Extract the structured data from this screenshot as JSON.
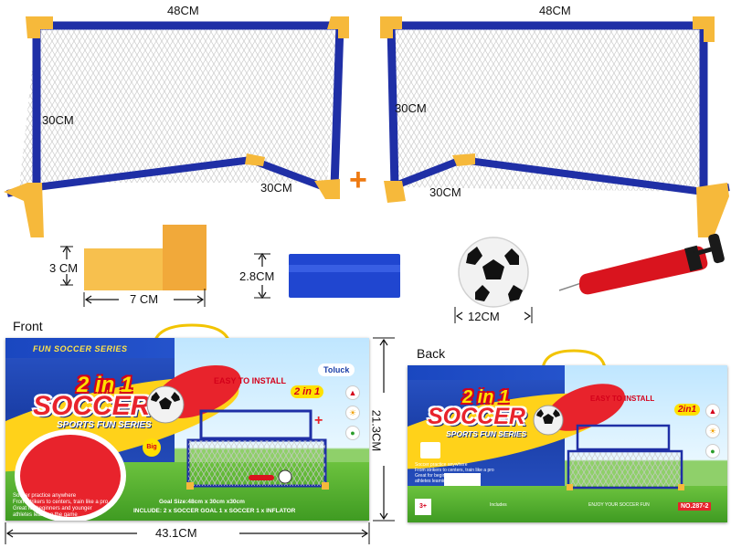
{
  "goals": {
    "left": {
      "width_label": "48CM",
      "height_label": "30CM",
      "depth_label": "30CM"
    },
    "right": {
      "width_label": "48CM",
      "height_label": "30CM",
      "depth_label": "30CM"
    },
    "plus": "+"
  },
  "parts": {
    "connector": {
      "height_label": "3 CM",
      "length_label": "7 CM"
    },
    "tube": {
      "height_label": "2.8CM"
    },
    "ball": {
      "diameter_label": "12CM"
    },
    "pump": {}
  },
  "front_box": {
    "caption": "Front",
    "top_strip": "FUN SOCCER SERIES",
    "title_a": "2 in 1",
    "title_b": "SOCCER",
    "subtitle": "SPORTS FUN SERIES",
    "easy_install": "EASY TO INSTALL",
    "badge": "2 in 1",
    "brand": "Toluck",
    "big": "Big",
    "goal_size": "Goal Size:48cm x 30cm x30cm",
    "include": "INCLUDE: 2 x SOCCER GOAL  1 x SOCCER  1 x INFLATOR",
    "plus_sign": "+",
    "info": [
      "Soccer practice anywhere",
      "From strikers to centers, train like a pro",
      "Great for beginners and younger",
      "athletes learning the game"
    ],
    "width_label": "43.1CM",
    "height_label": "21.3CM"
  },
  "back_box": {
    "caption": "Back",
    "title_a": "2 in 1",
    "title_b": "SOCCER",
    "subtitle": "SPORTS FUN SERIES",
    "easy_install": "EASY TO INSTALL",
    "badge": "2in1",
    "enjoy": "ENJOY YOUR SOCCER FUN",
    "age": "3+",
    "includes": "Includes",
    "model": "NO.287-2",
    "info": [
      "Soccer practice anywhere",
      "From strikers to centers, train like a pro",
      "Great for beginners and younger",
      "athletes learning the game"
    ]
  },
  "colors": {
    "frame_blue": "#1f2fa6",
    "connector_yellow": "#f6b93b",
    "plus_orange": "#ee7a12",
    "pump_red": "#d9141e"
  }
}
